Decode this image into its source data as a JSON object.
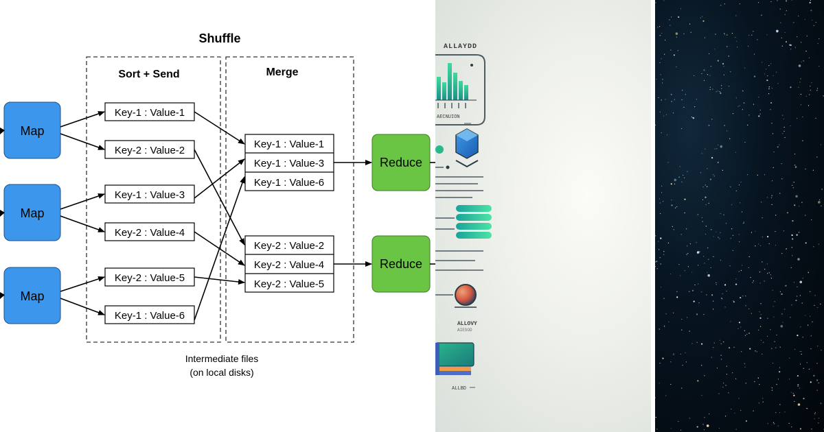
{
  "diagram": {
    "title": "Shuffle",
    "sort_send_label": "Sort + Send",
    "merge_label": "Merge",
    "map_label": "Map",
    "reduce_label": "Reduce",
    "sort_send_items": [
      "Key-1 : Value-1",
      "Key-2 : Value-2",
      "Key-1 : Value-3",
      "Key-2 : Value-4",
      "Key-2 : Value-5",
      "Key-1 : Value-6"
    ],
    "merge_group_1": [
      "Key-1 : Value-1",
      "Key-1 : Value-3",
      "Key-1 : Value-6"
    ],
    "merge_group_2": [
      "Key-2 : Value-2",
      "Key-2 : Value-4",
      "Key-2 : Value-5"
    ],
    "footnote_line1": "Intermediate files",
    "footnote_line2": "(on local disks)",
    "colors": {
      "map": "#3c96ec",
      "reduce": "#6ac544"
    }
  },
  "middle_panel": {
    "heading": "ALLAYDD",
    "caption1": "AECNUION",
    "caption2": "ALLOVY",
    "caption3": "AIESOD",
    "caption4": "ALLBD"
  }
}
